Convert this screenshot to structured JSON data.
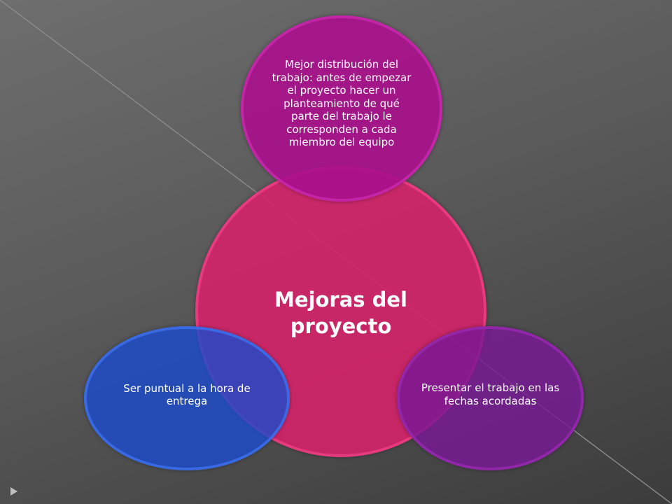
{
  "diagram": {
    "center": {
      "label": "Mejoras del proyecto"
    },
    "top": {
      "label": "Mejor distribución del trabajo: antes de empezar el proyecto hacer un planteamiento de qué parte del trabajo le corresponden a cada miembro del equipo"
    },
    "left": {
      "label": "Ser puntual a  la  hora de entrega"
    },
    "right": {
      "label": "Presentar el trabajo en las fechas acordadas"
    }
  },
  "colors": {
    "background": "#5a5a5a",
    "center": "#d52269",
    "top": "#a8108c",
    "left": "#194bcd",
    "right": "#781896",
    "marker": "#bfbfbf"
  },
  "icons": {
    "marker": "triangle-bullet-icon"
  }
}
